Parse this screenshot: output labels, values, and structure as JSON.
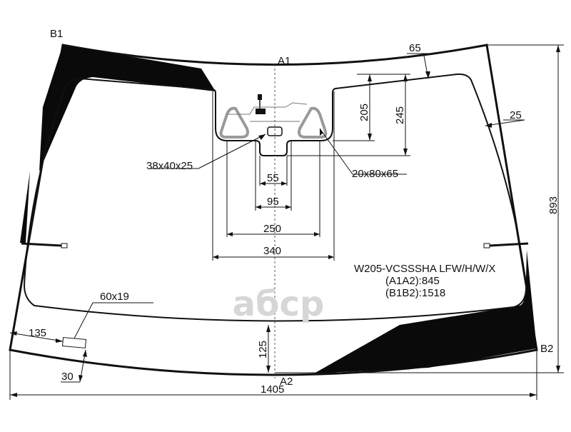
{
  "diagram": {
    "corner_labels": {
      "b1": "B1",
      "b2": "B2",
      "a1": "A1",
      "a2": "A2"
    },
    "dimensions": {
      "edge_top": "65",
      "edge_side": "25",
      "sensor_to_edge_205": "205",
      "bracket_height_245": "245",
      "mirror_pad": "38x40x25",
      "sensor_windows": "20x80x65",
      "width_55": "55",
      "width_95": "95",
      "width_250": "250",
      "width_340": "340",
      "height_893": "893",
      "vin_offset_135": "135",
      "bottom_125": "125",
      "vin_window": "60x19",
      "vin_height_30": "30",
      "overall_width": "1405"
    },
    "info": {
      "code": "W205-VCSSSHA LFW/H/W/X",
      "a1a2": "(A1A2):845",
      "b1b2": "(B1B2):1518"
    },
    "watermark": "aбcp",
    "colors": {
      "line": "#111111",
      "dark_band": "#0a0a0a",
      "sensor_gray": "#9a9a9a",
      "watermark": "#d6d6d6"
    }
  }
}
